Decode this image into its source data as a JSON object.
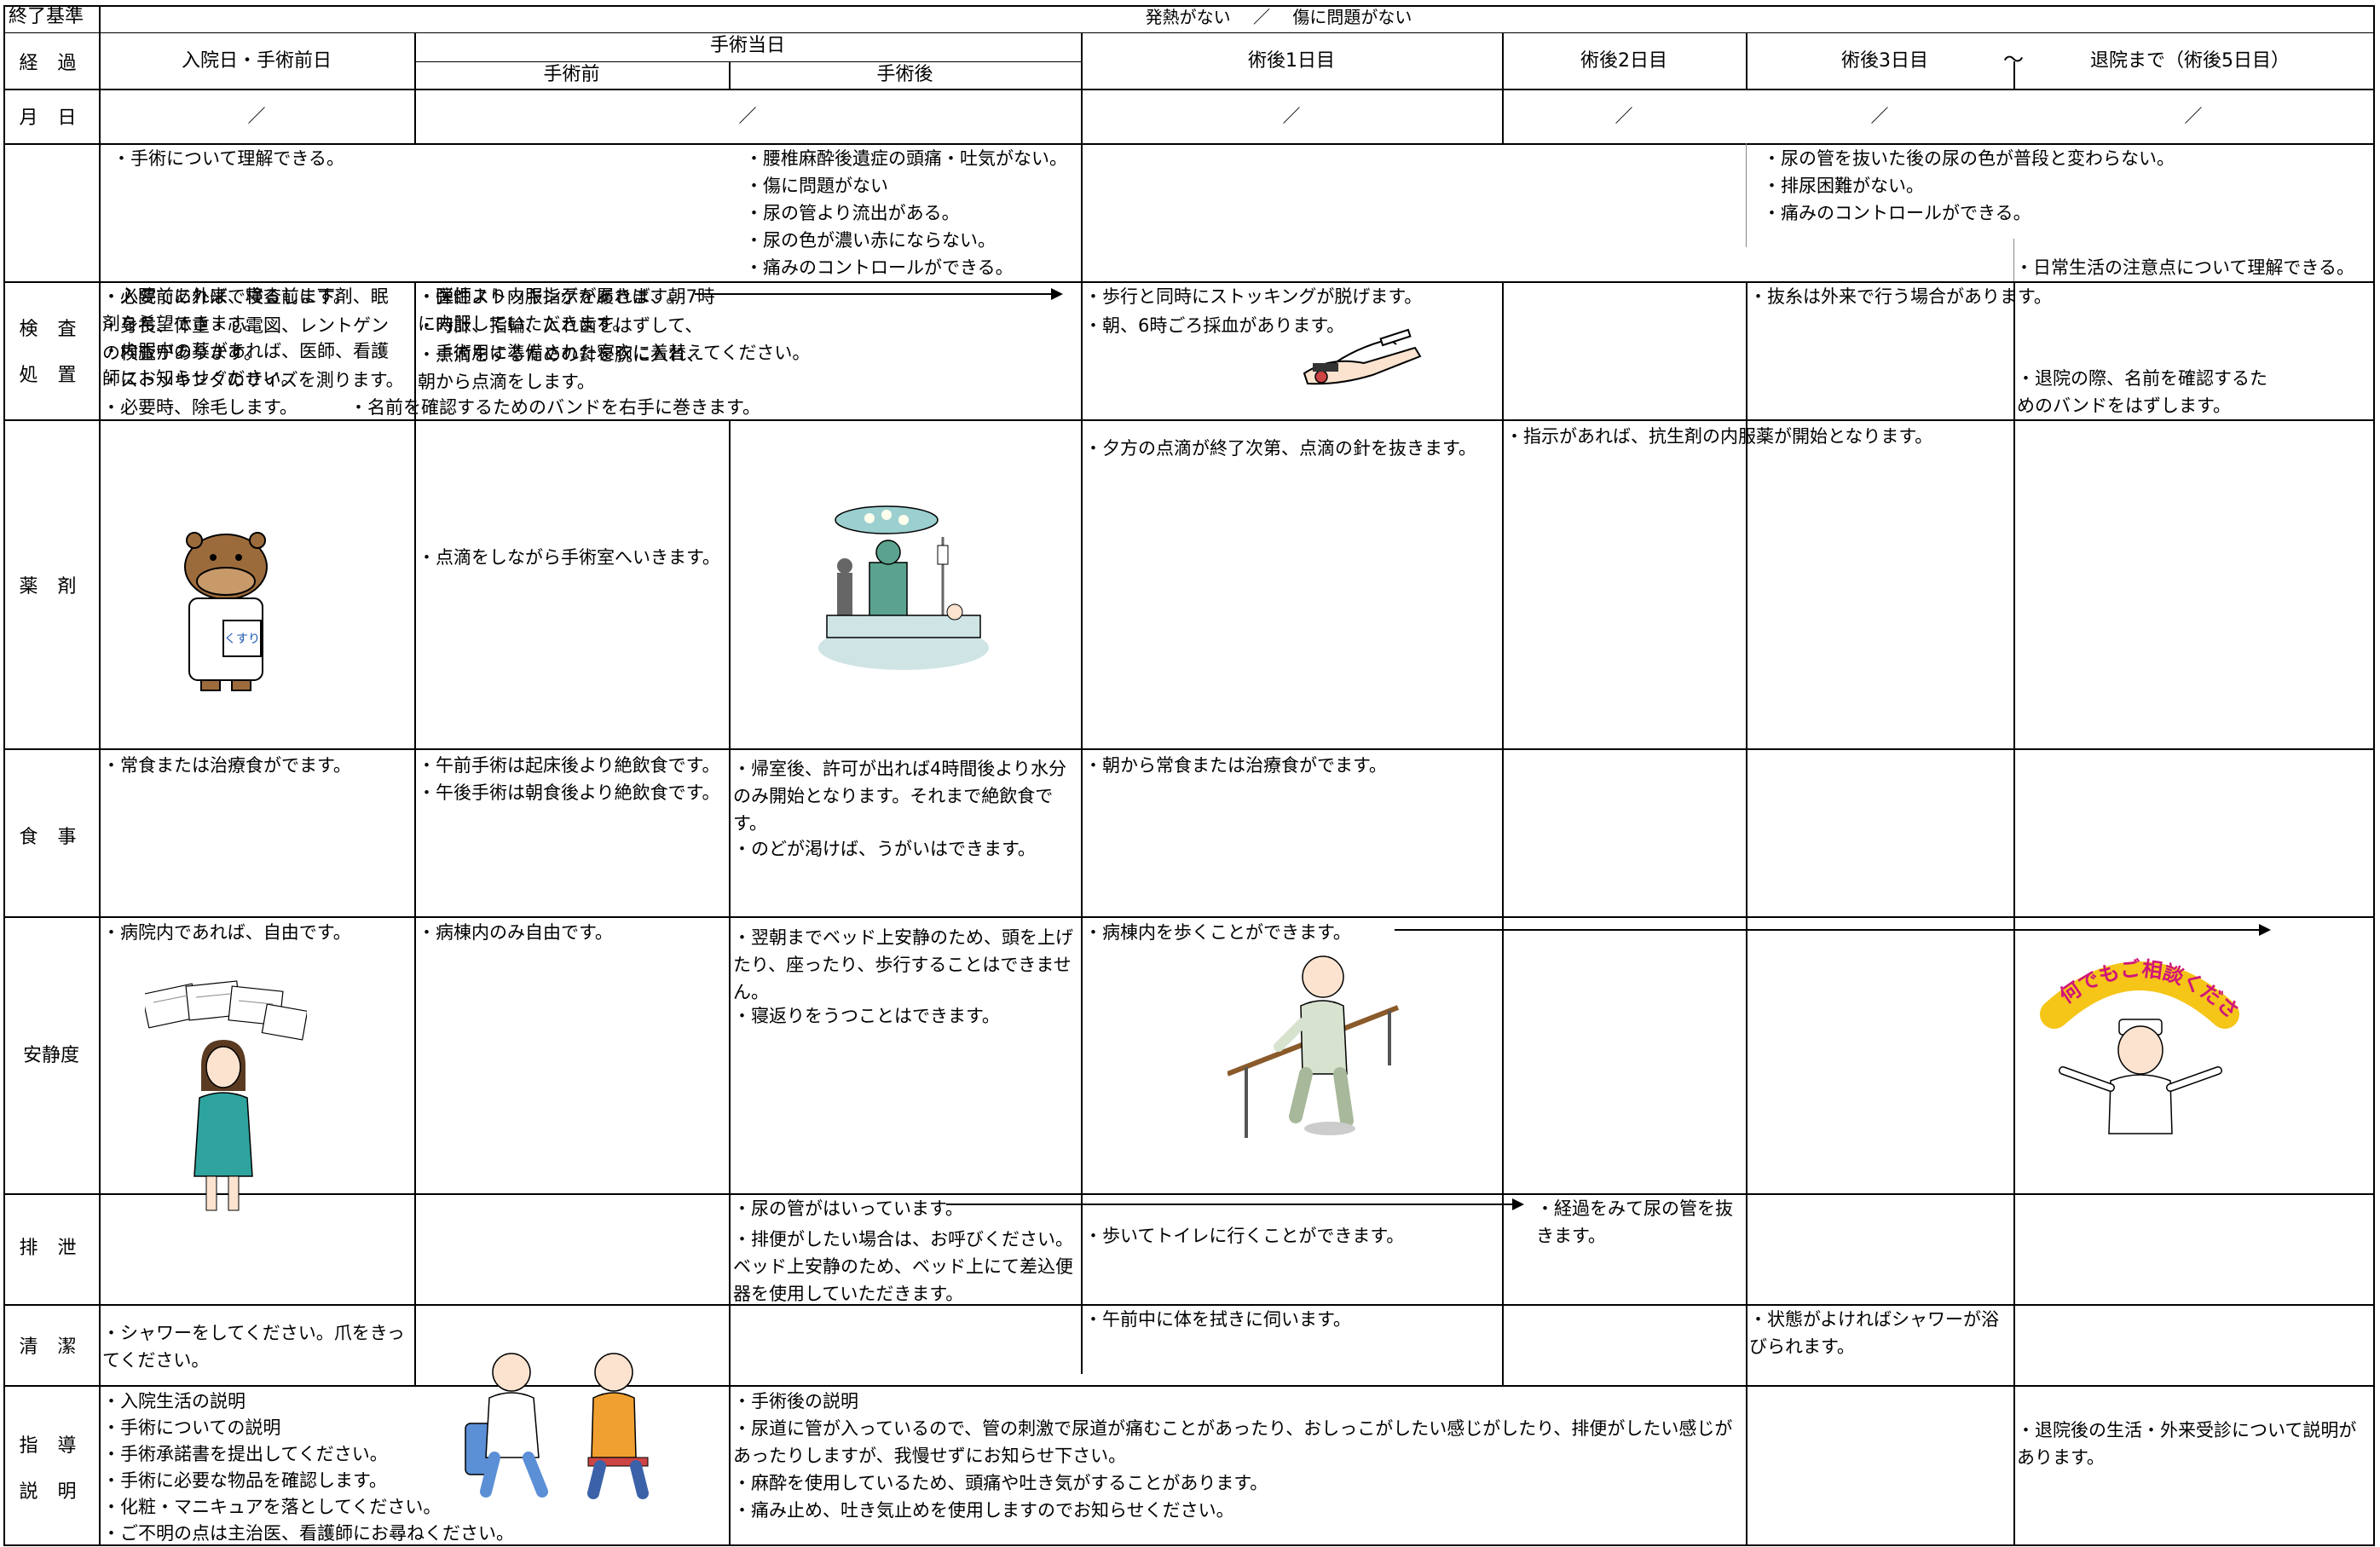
{
  "header": {
    "criteria_label": "終了基準",
    "criteria_text": "発熱がない　 ／　 傷に問題がない",
    "progress_label": "経 過",
    "date_label": "月 日",
    "date_slash": "／",
    "columns": {
      "admission": "入院日・手術前日",
      "surgery_day": "手術当日",
      "pre_op": "手術前",
      "post_op": "手術後",
      "pod1": "術後1日目",
      "pod2": "術後2日目",
      "pod3": "術後3日目",
      "tilde": "～",
      "discharge": "退院まで（術後5日目）"
    }
  },
  "goals": {
    "admission": "・手術について理解できる。",
    "post_op": [
      "・腰椎麻酔後遺症の頭痛・吐気がない。",
      "・傷に問題がない",
      "・尿の管より流出がある。",
      "・尿の色が濃い赤にならない。",
      "・痛みのコントロールができる。"
    ],
    "pod3": [
      "・尿の管を抜いた後の尿の色が普段と変わらない。",
      "・排尿困難がない。",
      "・痛みのコントロールができる。"
    ],
    "discharge": "・日常生活の注意点について理解できる。"
  },
  "rows": {
    "exam": {
      "label_1": "検 査",
      "label_2": "処 置",
      "admission": [
        "・入院前に外来で検査します。",
        "・身長、体重・心電図、レントゲンの検査があります。",
        "・ストッキングのサイズを測ります。",
        "・必要時、除毛します。"
      ],
      "band_note": "・名前を確認するためのバンドを右手に巻きます。",
      "pre_op": [
        "・弾性ストッキングを履きます。",
        "・時計、指輪、入れ歯をはずして、",
        "　手術用に準備された寝衣に着替えてください。"
      ],
      "pod1": [
        "・歩行と同時にストッキングが脱げます。",
        "・朝、6時ごろ採血があります。"
      ],
      "pod3": "・抜糸は外来で行う場合があります。",
      "discharge": "・退院の際、名前を確認するためのバンドをはずします。"
    },
    "medication": {
      "label": "薬 剤",
      "admission": [
        "・必要であれば、寝る前に下剤、眠剤を希望できます。",
        "・内服中の薬があれば、医師、看護師にお知らせください。"
      ],
      "pre_op": [
        "・医師より内服指示があれば、朝7時に内服していただきます。",
        "・点滴をするための針を腕に入れ、朝から点滴をします。",
        "・点滴をしながら手術室へいきます。"
      ],
      "pod1": "・夕方の点滴が終了次第、点滴の針を抜きます。",
      "pod2": "・指示があれば、抗生剤の内服薬が開始となります。",
      "medicine_sign": "くすり"
    },
    "meal": {
      "label": "食 事",
      "admission": "・常食または治療食がでます。",
      "pre_op": [
        "・午前手術は起床後より絶飲食です。",
        "・午後手術は朝食後より絶飲食です。"
      ],
      "post_op": [
        "・帰室後、許可が出れば4時間後より水分のみ開始となります。それまで絶飲食です。",
        "・のどが渇けば、うがいはできます。"
      ],
      "pod1": "・朝から常食または治療食がでます。"
    },
    "rest": {
      "label": "安静度",
      "admission": "・病院内であれば、自由です。",
      "pre_op": "・病棟内のみ自由です。",
      "post_op": [
        "・翌朝までベッド上安静のため、頭を上げたり、座ったり、歩行することはできません。",
        "・寝返りをうつことはできます。"
      ],
      "pod1": "・病棟内を歩くことができます。",
      "nurse_banner": "何でもご相談ください"
    },
    "excretion": {
      "label": "排 泄",
      "post_op": [
        "・尿の管がはいっています。",
        "・排便がしたい場合は、お呼びください。ベッド上安静のため、ベッド上にて差込便器を使用していただきます。"
      ],
      "pod1": "・歩いてトイレに行くことができます。",
      "pod2": "・経過をみて尿の管を抜きます。"
    },
    "hygiene": {
      "label": "清 潔",
      "admission": "・シャワーをしてください。爪をきってください。",
      "pod1": "・午前中に体を拭きに伺います。",
      "pod3": "・状態がよければシャワーが浴びられます。"
    },
    "guidance": {
      "label_1": "指 導",
      "label_2": "説 明",
      "admission": [
        "・入院生活の説明",
        "・手術についての説明",
        "・手術承諾書を提出してください。",
        "・手術に必要な物品を確認します。",
        "・化粧・マニキュアを落としてください。",
        "・ご不明の点は主治医、看護師にお尋ねください。"
      ],
      "post_op": [
        "・手術後の説明",
        "・尿道に管が入っているので、管の刺激で尿道が痛むことがあったり、おしっこがしたい感じがしたり、排便がしたい感じがあったりしますが、我慢せずにお知らせ下さい。",
        "・麻酔を使用しているため、頭痛や吐き気がすることがあります。",
        "・痛み止め、吐き気止めを使用しますのでお知らせください。"
      ],
      "discharge": "・退院後の生活・外来受診について説明があります。"
    }
  }
}
